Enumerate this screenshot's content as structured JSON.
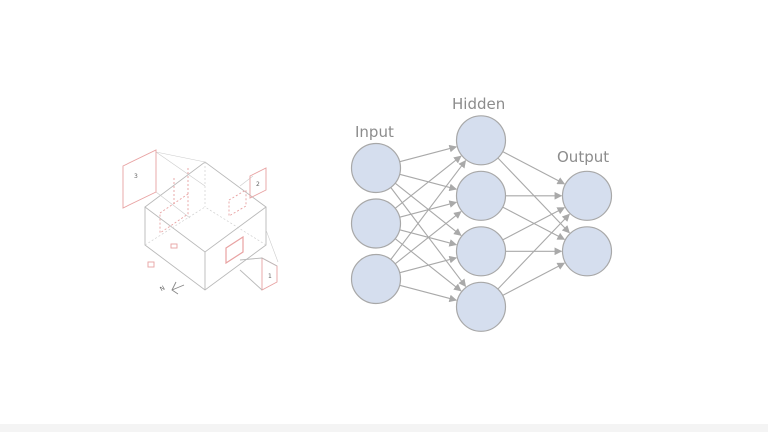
{
  "isometric_drawing": {
    "view_tags": [
      "3",
      "2",
      "1"
    ],
    "north_marker": "N",
    "colors": {
      "outline": "#b9b9b9",
      "highlight": "#e8a2a2"
    }
  },
  "network": {
    "layers": [
      {
        "label": "Input",
        "neurons": 3
      },
      {
        "label": "Hidden",
        "neurons": 4
      },
      {
        "label": "Output",
        "neurons": 2
      }
    ],
    "connections": "fully-connected",
    "colors": {
      "neuron_fill": "#d5deee",
      "neuron_stroke": "#a8a8a8",
      "edge": "#a9a9a9",
      "label": "#8c8c8c"
    }
  }
}
